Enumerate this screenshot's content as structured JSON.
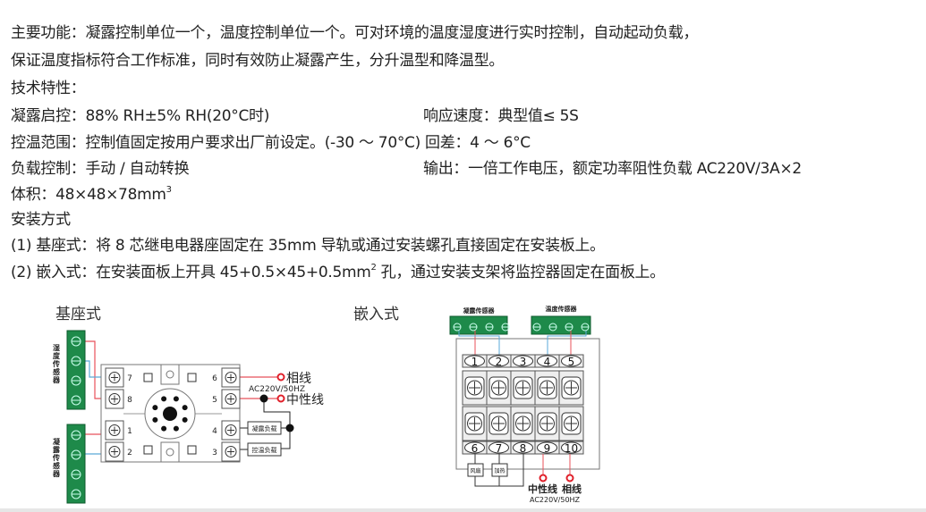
{
  "spec": {
    "function_line1": "主要功能：凝露控制单位一个，温度控制单位一个。可对环境的温度湿度进行实时控制，自动起动负载，",
    "function_line2": "保证温度指标符合工作标准，同时有效防止凝露产生，分升温型和降温型。",
    "tech_heading": "技术特性：",
    "dew_start": "凝露启控：88% RH±5% RH(20°C时)",
    "response": "响应速度：典型值≤ 5S",
    "temp_range": "控温范围：控制值固定按用户要求出厂前设定。(-30 ～ 70°C) 回差：4 ～ 6°C",
    "load_control": "负载控制：手动 / 自动转换",
    "output": "输出：一倍工作电压，额定功率阻性负载 AC220V/3A×2",
    "volume": "体积：48×48×78mm",
    "volume_sup": "3",
    "install_heading": "安装方式",
    "install_1": "(1) 基座式：将 8 芯继电电器座固定在 35mm 导轨或通过安装螺孔直接固定在安装板上。",
    "install_2a": "(2) 嵌入式：在安装面板上开具 45+0.5×45+0.5mm",
    "install_2sup": "2",
    "install_2b": " 孔，通过安装支架将监控器固定在面板上。"
  },
  "diagram_base": {
    "title": "基座式",
    "humidity_sensor": "湿度传感器",
    "dew_sensor": "凝露传感器",
    "terminals_left": [
      "7",
      "8",
      "1",
      "2"
    ],
    "terminals_right": [
      "6",
      "5",
      "4",
      "3"
    ],
    "phase": "相线",
    "voltage": "AC220V/50HZ",
    "neutral": "中性线",
    "load_dew": "凝露负载",
    "load_temp": "控温负载"
  },
  "diagram_embed": {
    "title": "嵌入式",
    "dew_sensor": "凝露传感器",
    "temp_sensor": "温度传感器",
    "top_numbers": [
      "1",
      "2",
      "3",
      "4",
      "5"
    ],
    "bottom_numbers": [
      "6",
      "7",
      "8",
      "9",
      "10"
    ],
    "load_1": "风扇",
    "load_2": "加热",
    "neutral": "中性线",
    "phase": "相线",
    "voltage": "AC220V/50HZ"
  },
  "colors": {
    "sensor_green": "#1e8a4a",
    "wire_red": "#e8505a",
    "wire_blue": "#5aa9d8",
    "terminal_red": "#e0202a"
  }
}
